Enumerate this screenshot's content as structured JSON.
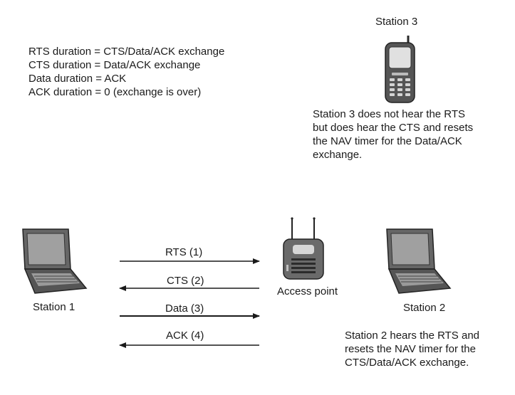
{
  "durations": [
    "RTS duration = CTS/Data/ACK exchange",
    "CTS duration = Data/ACK exchange",
    "Data duration = ACK",
    "ACK duration = 0 (exchange is over)"
  ],
  "station3": {
    "label": "Station 3",
    "note": [
      "Station 3 does not hear the RTS",
      "but does hear the CTS and resets",
      "the NAV timer for the Data/ACK",
      "exchange."
    ]
  },
  "station1": {
    "label": "Station 1"
  },
  "access_point": {
    "label": "Access point"
  },
  "station2": {
    "label": "Station 2",
    "note": [
      "Station 2 hears the RTS and",
      "resets the NAV timer for the",
      "CTS/Data/ACK exchange."
    ]
  },
  "messages": [
    {
      "label": "RTS (1)",
      "direction": "right"
    },
    {
      "label": "CTS (2)",
      "direction": "left"
    },
    {
      "label": "Data (3)",
      "direction": "right"
    },
    {
      "label": "ACK (4)",
      "direction": "left"
    }
  ]
}
